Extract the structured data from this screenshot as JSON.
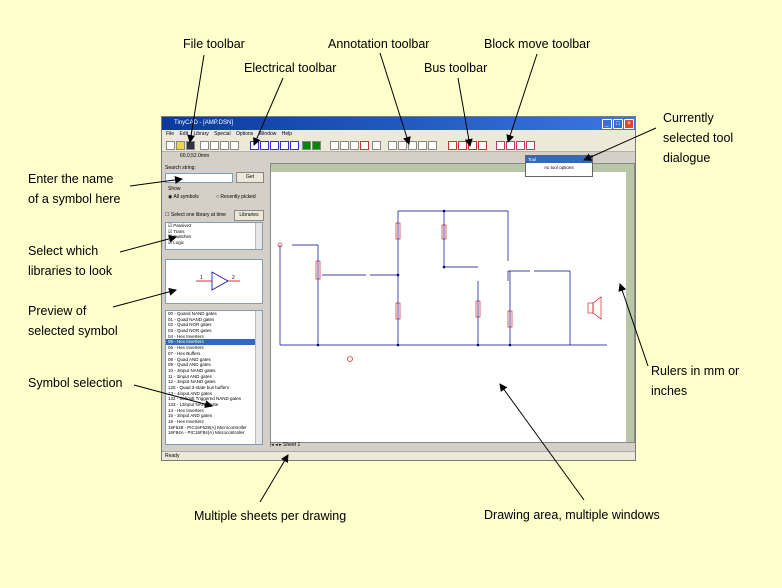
{
  "callouts": {
    "file_toolbar": "File toolbar",
    "annotation_toolbar": "Annotation toolbar",
    "block_move_toolbar": "Block move toolbar",
    "electrical_toolbar": "Electrical toolbar",
    "bus_toolbar": "Bus toolbar",
    "currently_selected_1": "Currently",
    "currently_selected_2": "selected tool",
    "currently_selected_3": "dialogue",
    "enter_name_1": "Enter the name",
    "enter_name_2": "of a symbol here",
    "select_libs_1": "Select which",
    "select_libs_2": "libraries to look",
    "preview_1": "Preview of",
    "preview_2": "selected symbol",
    "symbol_selection": "Symbol selection",
    "rulers_1": "Rulers in mm or",
    "rulers_2": "inches",
    "multiple_sheets": "Multiple sheets per drawing",
    "drawing_area": "Drawing area, multiple windows"
  },
  "window": {
    "title": "TinyCAD - [AMP.DSN]",
    "menu": [
      "File",
      "Edit",
      "Library",
      "Special",
      "Options",
      "Window",
      "Help"
    ],
    "coords": "60.0,52.0mm",
    "search_label": "Search string:",
    "get_button": "Get",
    "show_label": "Show",
    "all_symbols": "All symbols",
    "recently_picked": "Recently picked",
    "one_library": "Select one library at time",
    "libraries_button": "Libraries",
    "libraries": [
      "Passive2",
      "Trans",
      "Switches",
      "Logic"
    ],
    "symbols": [
      "00 - Quand NAND gates",
      "01 - Quad NAND gates",
      "02 - Quad NOR gates",
      "03 - Quad NOR gates",
      "04 - Hex Inverters",
      "05 - Hex Inverters",
      "06 - Hex Inverters",
      "07 - Hex Buffers",
      "08 - Quad AND gates",
      "09 - Quad AND gates",
      "10 - 3input NAND gates",
      "11 - 3input AND gates",
      "12 - 3input NAND gates",
      "125 - Quad 3-state bus buffers",
      "13 - 4input AND gates",
      "132 - Schmitt Triggered NAND gates",
      "133 - 13input NAND gate",
      "14 - Hex Inverters",
      "15 - 3input AND gates",
      "16 - Hex Inverters",
      "16F628 - PIC16F628(A) Microcontroller",
      "16F84A - PIC16F84(A) Microcontroller"
    ],
    "selected_symbol_index": 5,
    "sheet_tab": "Sheet 1",
    "status": "Ready",
    "tool_dialog_title": "Tool",
    "tool_dialog_body": "no tool options"
  }
}
